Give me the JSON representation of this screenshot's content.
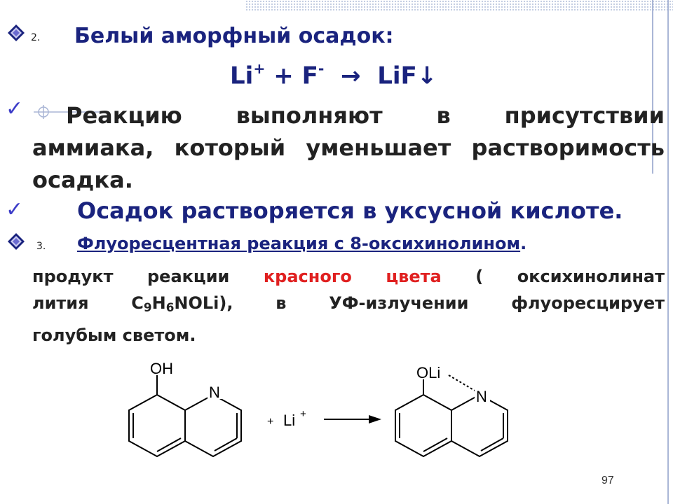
{
  "slide": {
    "item2": {
      "number": "2.",
      "text": "Белый аморфный осадок:"
    },
    "equation": {
      "li": "Li",
      "li_charge": "+",
      "plus": "+",
      "f": "F",
      "f_charge": "-",
      "arrow": "→",
      "product": "LiF",
      "precip": "↓"
    },
    "note1": {
      "lines": [
        "Реакцию выполняют в присутствии",
        "аммиака, который уменьшает растворимость",
        "осадка."
      ]
    },
    "note2": {
      "text": "Осадок растворяется в уксусной кислоте."
    },
    "item3": {
      "number": "3.",
      "text": "Флуоресцентная реакция с 8-оксихинолином",
      "period": "."
    },
    "product": {
      "line1_a": "продукт реакции",
      "line1_red": "красного цвета",
      "line1_b": "( оксихинолинат",
      "line2_a": "лития С",
      "sub9": "9",
      "h": "Н",
      "sub6": "6",
      "line2_b": "NOLi), в УФ-излучении флуоресцирует",
      "line3": "голубым светом."
    },
    "scheme": {
      "oh": "OH",
      "n1": "N",
      "plus": "+",
      "li": "Li",
      "li_charge": "+",
      "oli": "OLi",
      "n2": "N"
    },
    "page_number": "97",
    "colors": {
      "heading": "#1a237e",
      "body": "#222222",
      "highlight": "#e02020",
      "bullet": "#3c3cc8"
    }
  }
}
